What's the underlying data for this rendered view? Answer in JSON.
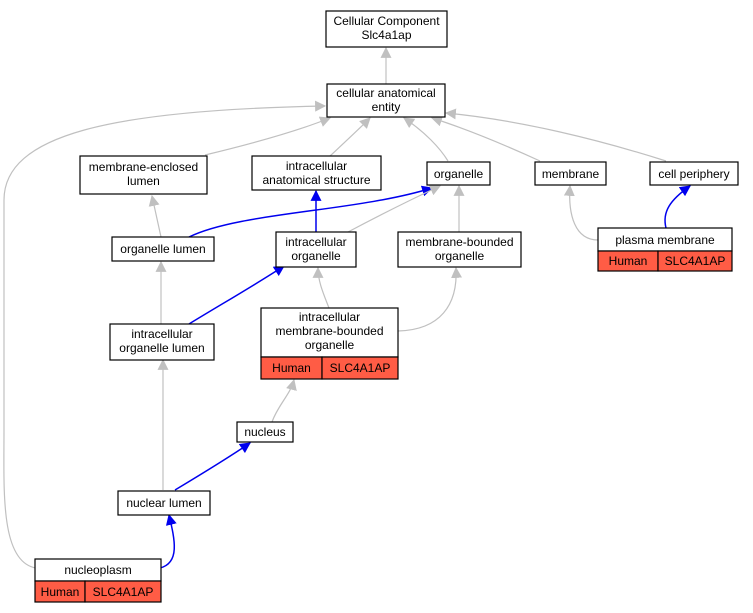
{
  "colors": {
    "gray_edge": "#c0c0c0",
    "blue_edge": "#0000ee",
    "annotation_fill": "#ff5c45",
    "node_border": "#000000"
  },
  "nodes": {
    "root": {
      "lines": [
        "Cellular Component",
        "Slc4a1ap"
      ]
    },
    "cae": {
      "lines": [
        "cellular anatomical",
        "entity"
      ]
    },
    "mel": {
      "lines": [
        "membrane-enclosed",
        "lumen"
      ]
    },
    "ias": {
      "lines": [
        "intracellular",
        "anatomical structure"
      ]
    },
    "org": {
      "lines": [
        "organelle"
      ]
    },
    "mem": {
      "lines": [
        "membrane"
      ]
    },
    "cp": {
      "lines": [
        "cell periphery"
      ]
    },
    "ol": {
      "lines": [
        "organelle lumen"
      ]
    },
    "io": {
      "lines": [
        "intracellular",
        "organelle"
      ]
    },
    "mbo": {
      "lines": [
        "membrane-bounded",
        "organelle"
      ]
    },
    "pm": {
      "lines": [
        "plasma membrane"
      ],
      "annotation": [
        "Human",
        "SLC4A1AP"
      ]
    },
    "iol": {
      "lines": [
        "intracellular",
        "organelle lumen"
      ]
    },
    "imbo": {
      "lines": [
        "intracellular",
        "membrane-bounded",
        "organelle"
      ],
      "annotation": [
        "Human",
        "SLC4A1AP"
      ]
    },
    "nuc": {
      "lines": [
        "nucleus"
      ]
    },
    "nl": {
      "lines": [
        "nuclear lumen"
      ]
    },
    "np": {
      "lines": [
        "nucleoplasm"
      ],
      "annotation": [
        "Human",
        "SLC4A1AP"
      ]
    }
  }
}
